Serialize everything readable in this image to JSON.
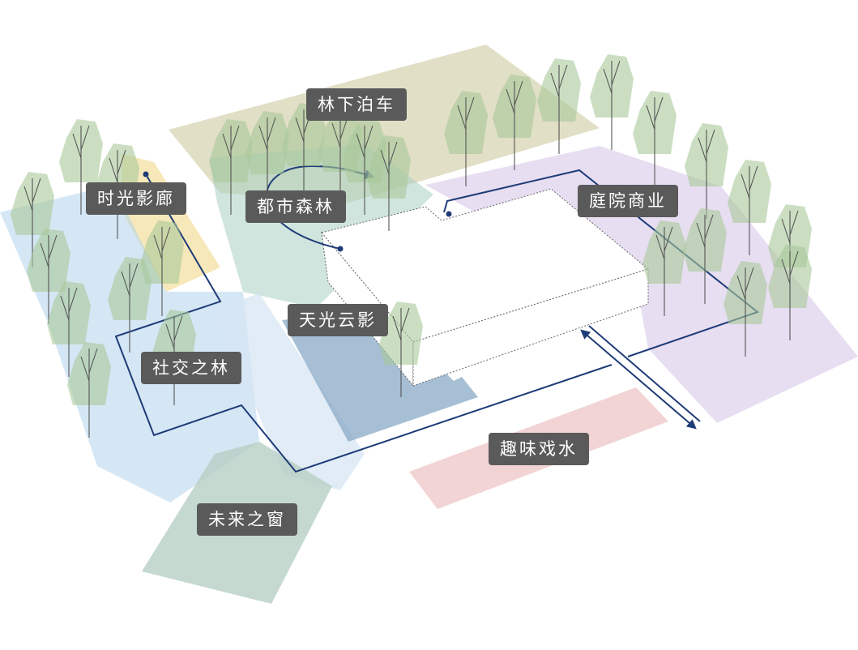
{
  "zones": [
    {
      "key": "linxia",
      "label": "林下泊车",
      "color": "#c9c597"
    },
    {
      "key": "shiguang",
      "label": "时光影廊",
      "color": "#f2d98a"
    },
    {
      "key": "dushi",
      "label": "都市森林",
      "color": "#a9cfc2"
    },
    {
      "key": "tingyuan",
      "label": "庭院商业",
      "color": "#d3c3e6"
    },
    {
      "key": "tianguang",
      "label": "天光云影",
      "color": "#88aac6"
    },
    {
      "key": "shejiao",
      "label": "社交之林",
      "color": "#b3d4ec"
    },
    {
      "key": "quwei",
      "label": "趣味戏水",
      "color": "#ecc2c2"
    },
    {
      "key": "weilai",
      "label": "未来之窗",
      "color": "#b6cfc4"
    }
  ],
  "colors": {
    "path": "#1f3c78",
    "tree_fill": "#a8c89a",
    "tree_stroke": "#555555",
    "label_bg": "#5a5a5a",
    "label_text": "#ffffff"
  }
}
